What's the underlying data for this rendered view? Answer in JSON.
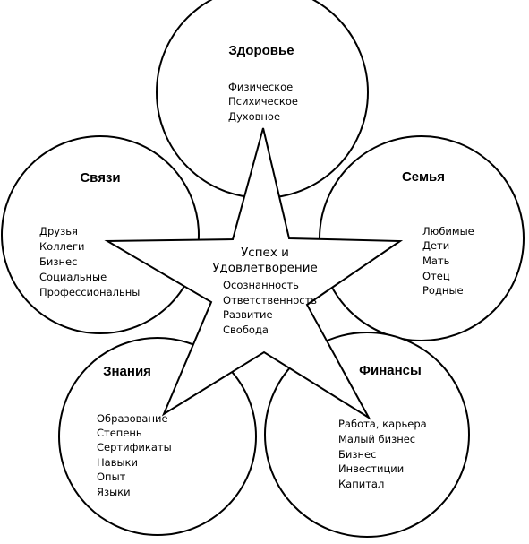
{
  "center": {
    "title_lines": [
      "Успех и",
      "Удовлетворение"
    ],
    "items": [
      "Осознанность",
      "Ответственность",
      "Развитие",
      "Свобода"
    ]
  },
  "spheres": {
    "health": {
      "title": "Здоровье",
      "items": [
        "Физическое",
        "Психическое",
        "Духовное"
      ]
    },
    "connections": {
      "title": "Связи",
      "items": [
        "Друзья",
        "Коллеги",
        "Бизнес",
        "Социальные",
        "Профессиональны"
      ]
    },
    "family": {
      "title": "Семья",
      "items": [
        "Любимые",
        "Дети",
        "Мать",
        "Отец",
        "Родные"
      ]
    },
    "knowledge": {
      "title": "Знания",
      "items": [
        "Образование",
        "Степень",
        "Сертификаты",
        "Навыки",
        "Опыт",
        "Языки"
      ]
    },
    "finance": {
      "title": "Финансы",
      "items": [
        "Работа, карьера",
        "Малый бизнес",
        "Бизнес",
        "Инвестиции",
        "Капитал"
      ]
    }
  },
  "colors": {
    "stroke": "#000000",
    "background": "#ffffff",
    "text": "#000000"
  }
}
